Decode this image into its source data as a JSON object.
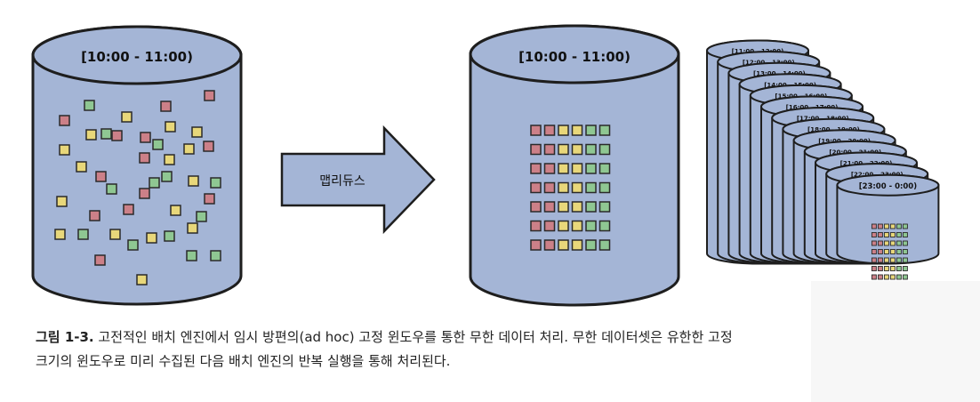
{
  "diagram": {
    "left_cylinder_label": "[10:00 - 11:00)",
    "right_cylinder_label": "[10:00 - 11:00)",
    "arrow_label": "맵리듀스",
    "window_labels": [
      "[11:00 - 12:00)",
      "[12:00 - 13:00)",
      "[13:00 - 14:00)",
      "[14:00 - 15:00)",
      "[15:00 - 16:00)",
      "[16:00 - 17:00)",
      "[17:00 - 18:00)",
      "[18:00 - 19:00)",
      "[19:00 - 20:00)",
      "[20:00 - 21:00)",
      "[21:00 - 22:00)",
      "[22:00 - 23:00)",
      "[23:00 - 0:00)"
    ],
    "colors": {
      "cylinder_fill": "#a4b5d6",
      "cylinder_stroke": "#1e1e1e",
      "arrow_fill": "#a4b5d6",
      "square_red": "#cc8088",
      "square_yellow": "#e8d77a",
      "square_green": "#8fc792"
    },
    "sorted_grid_rows": [
      [
        "red",
        "red",
        "yellow",
        "yellow",
        "green",
        "green"
      ],
      [
        "red",
        "red",
        "yellow",
        "yellow",
        "green",
        "green"
      ],
      [
        "red",
        "red",
        "yellow",
        "yellow",
        "green",
        "green"
      ],
      [
        "red",
        "red",
        "yellow",
        "yellow",
        "green",
        "green"
      ],
      [
        "red",
        "red",
        "yellow",
        "yellow",
        "green",
        "green"
      ],
      [
        "red",
        "red",
        "yellow",
        "yellow",
        "green",
        "green"
      ],
      [
        "red",
        "red",
        "yellow",
        "yellow",
        "green",
        "green"
      ]
    ]
  },
  "caption": {
    "label": "그림 1-3.",
    "line1": " 고전적인 배치 엔진에서 임시 방편의(ad hoc) 고정 윈도우를 통한 무한 데이터 처리. 무한 데이터셋은 유한한 고정",
    "line2": "크기의 윈도우로 미리 수집된 다음 배치 엔진의 반복 실행을 통해 처리된다."
  }
}
